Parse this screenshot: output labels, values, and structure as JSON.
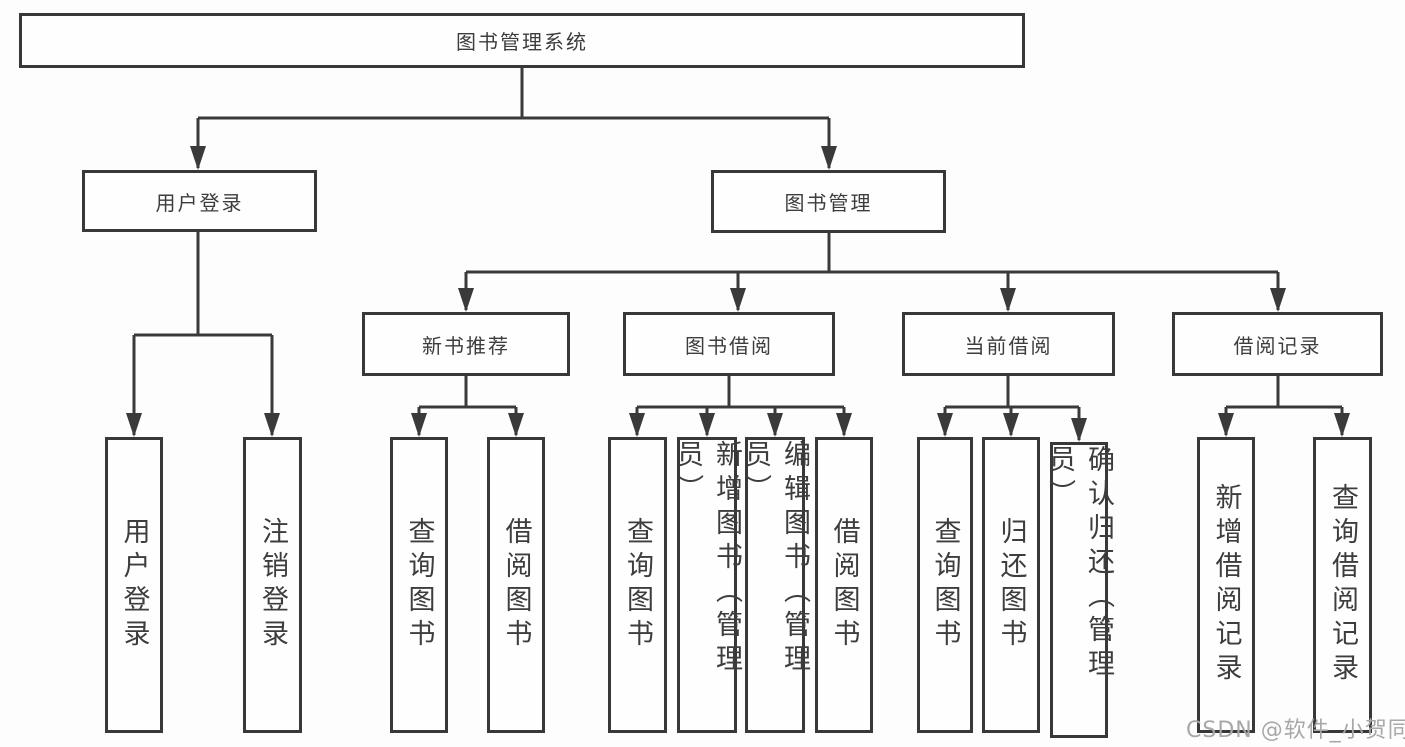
{
  "tree": {
    "label": "图书管理系统",
    "children": [
      {
        "label": "用户登录",
        "children": [
          {
            "label": "用户登录"
          },
          {
            "label": "注销登录"
          }
        ]
      },
      {
        "label": "图书管理",
        "children": [
          {
            "label": "新书推荐",
            "children": [
              {
                "label": "查询图书"
              },
              {
                "label": "借阅图书"
              }
            ]
          },
          {
            "label": "图书借阅",
            "children": [
              {
                "label": "查询图书"
              },
              {
                "label": "新增图书（管理员）"
              },
              {
                "label": "编辑图书（管理员）"
              },
              {
                "label": "借阅图书"
              }
            ]
          },
          {
            "label": "当前借阅",
            "children": [
              {
                "label": "查询图书"
              },
              {
                "label": "归还图书"
              },
              {
                "label": "确认归还（管理员）"
              }
            ]
          },
          {
            "label": "借阅记录",
            "children": [
              {
                "label": "新增借阅记录"
              },
              {
                "label": "查询借阅记录"
              }
            ]
          }
        ]
      }
    ]
  },
  "watermark": {
    "text": "CSDN @软件_小贺同学"
  },
  "colors": {
    "line": "#3a3a3a",
    "box_border": "#383838",
    "text": "#3d3d3d",
    "watermark": "#a8a8a8"
  }
}
